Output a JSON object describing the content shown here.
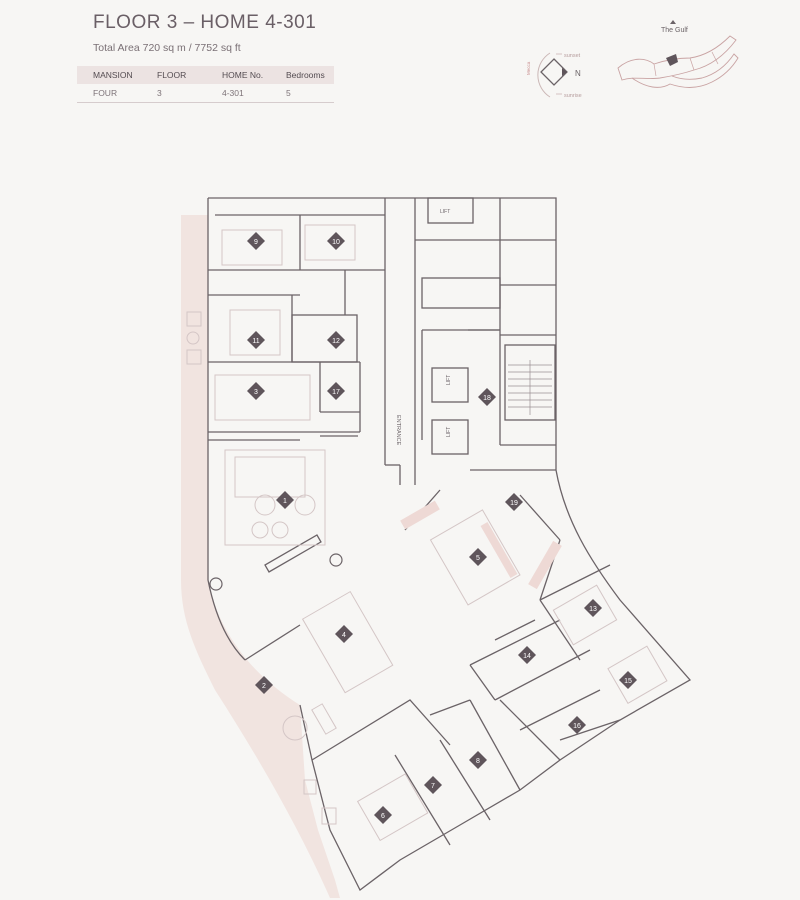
{
  "header": {
    "title": "FLOOR 3 – HOME 4-301",
    "subtitle": "Total Area 720 sq m / 7752 sq ft"
  },
  "info_table": {
    "columns": [
      "MANSION",
      "FLOOR",
      "HOME No.",
      "Bedrooms"
    ],
    "row": [
      "FOUR",
      "3",
      "4-301",
      "5"
    ]
  },
  "compass": {
    "north": "N",
    "sunset": "sunset",
    "sunrise": "sunrise",
    "west_mark": "Mecca"
  },
  "location_map": {
    "label": "The Gulf"
  },
  "plan_labels": {
    "entrance": "ENTRANCE",
    "lift": "LIFT"
  },
  "room_markers": [
    "1",
    "2",
    "3",
    "4",
    "5",
    "6",
    "7",
    "8",
    "9",
    "10",
    "11",
    "12",
    "13",
    "14",
    "15",
    "16",
    "17",
    "18",
    "19"
  ],
  "colors": {
    "wall": "#6b6367",
    "terrace": "#f0e2de",
    "marker": "#5f555b",
    "marker_text": "#ffffff",
    "furniture": "#d9cdcd"
  }
}
